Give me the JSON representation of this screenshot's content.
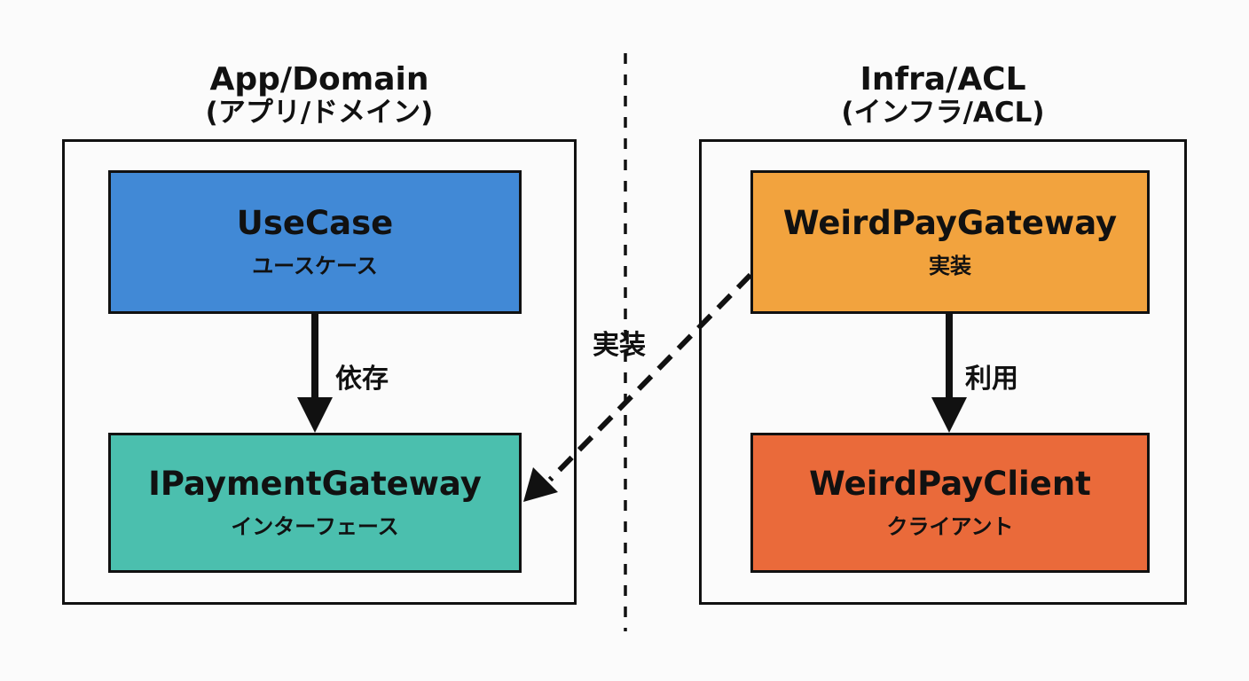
{
  "layers": {
    "app": {
      "title": "App/Domain",
      "subtitle": "(アプリ/ドメイン)"
    },
    "infra": {
      "title": "Infra/ACL",
      "subtitle": "(インフラ/ACL)"
    }
  },
  "boxes": {
    "usecase": {
      "name": "UseCase",
      "sub": "ユースケース",
      "color": "#4189d6"
    },
    "ipayment": {
      "name": "IPaymentGateway",
      "sub": "インターフェース",
      "color": "#4bbfae"
    },
    "weirdpay_gateway": {
      "name": "WeirdPayGateway",
      "sub": "実装",
      "color": "#f2a33e"
    },
    "weirdpay_client": {
      "name": "WeirdPayClient",
      "sub": "クライアント",
      "color": "#ea6a3a"
    }
  },
  "arrows": {
    "depends": "依存",
    "implements": "実装",
    "uses": "利用"
  }
}
